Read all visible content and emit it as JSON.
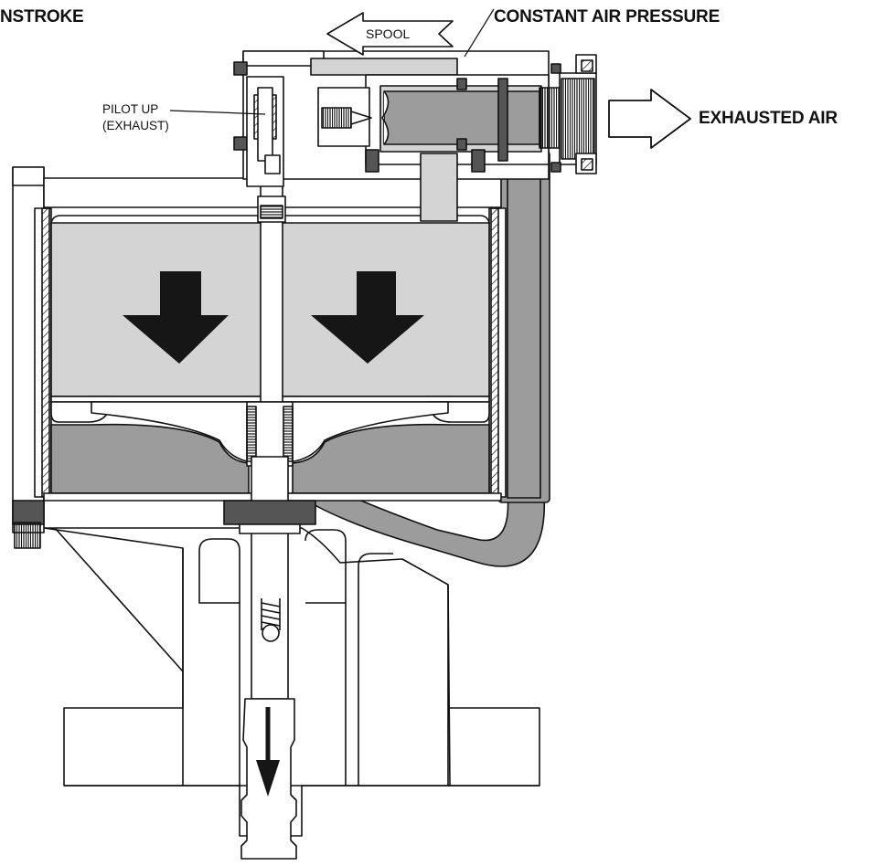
{
  "labels": {
    "title": "NSTROKE",
    "constant_air": "CONSTANT AIR PRESSURE",
    "exhausted_air": "EXHAUSTED AIR",
    "spool": "SPOOL",
    "pilot_line1": "PILOT UP",
    "pilot_line2": "(EXHAUST)"
  },
  "colors": {
    "line": "#111111",
    "air_fill": "#d4d4d4",
    "shade_fill": "#9c9c9c",
    "dark_fill": "#555555",
    "arrow_fill": "#161616",
    "background": "#ffffff"
  },
  "icons": {
    "piston_down_arrows": "arrow-down-icon",
    "rod_down_arrow": "arrow-down-icon",
    "spool_direction": "arrow-left-icon",
    "exhaust_direction": "arrow-right-icon"
  }
}
